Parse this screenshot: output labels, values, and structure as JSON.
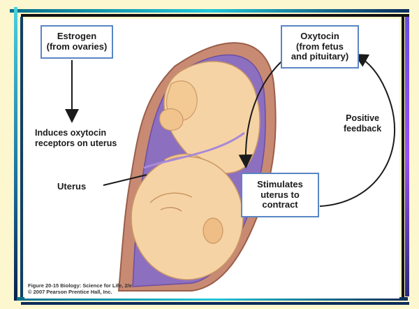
{
  "boxes": {
    "estrogen": {
      "line1": "Estrogen",
      "line2": "(from ovaries)"
    },
    "oxytocin": {
      "line1": "Oxytocin",
      "line2": "(from fetus",
      "line3": "and pituitary)"
    },
    "stimulates": {
      "line1": "Stimulates",
      "line2": "uterus to",
      "line3": "contract"
    }
  },
  "labels": {
    "induces_line1": "Induces oxytocin",
    "induces_line2": "receptors on uterus",
    "uterus": "Uterus",
    "positive_line1": "Positive",
    "positive_line2": "feedback"
  },
  "credit": {
    "line1": "Figure 20-15  Biology: Science for Life, 2/e",
    "line2": "© 2007 Pearson Prentice Hall, Inc."
  },
  "colors": {
    "page_background": "#fdf7cf",
    "box_border": "#5a86c4",
    "uterus_wall": "#c98a73",
    "amniotic": "#8d6fc0",
    "skin": "#f6d3a4",
    "skin_shadow": "#e4b47f"
  }
}
